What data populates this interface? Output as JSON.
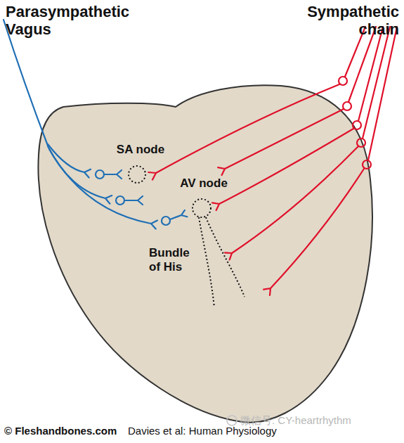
{
  "diagram": {
    "nodes": [
      {
        "text": [
          "SA node"
        ]
      },
      {
        "text": [
          "AV node"
        ]
      }
    ],
    "labels": [
      "Parasympathetic Vagus",
      "Sympathetic chain",
      "Bundle of His",
      "© Fleshandbones.com",
      "Davies et al: Human Physiology",
      "微信号: CY-heartrhythm"
    ]
  }
}
